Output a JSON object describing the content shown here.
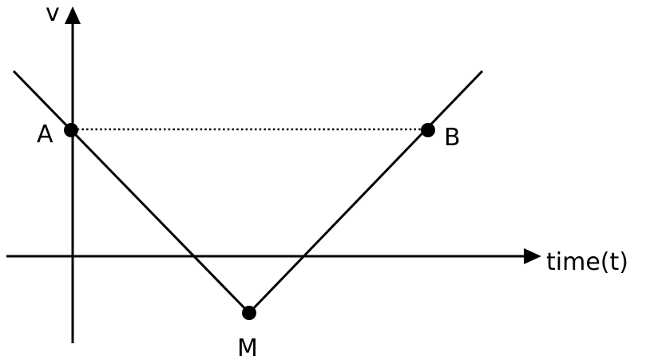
{
  "axes": {
    "y_label": "v",
    "x_label": "time(t)"
  },
  "points": {
    "a_label": "A",
    "b_label": "B",
    "m_label": "M"
  },
  "colors": {
    "ink": "#000000",
    "background": "#ffffff"
  }
}
